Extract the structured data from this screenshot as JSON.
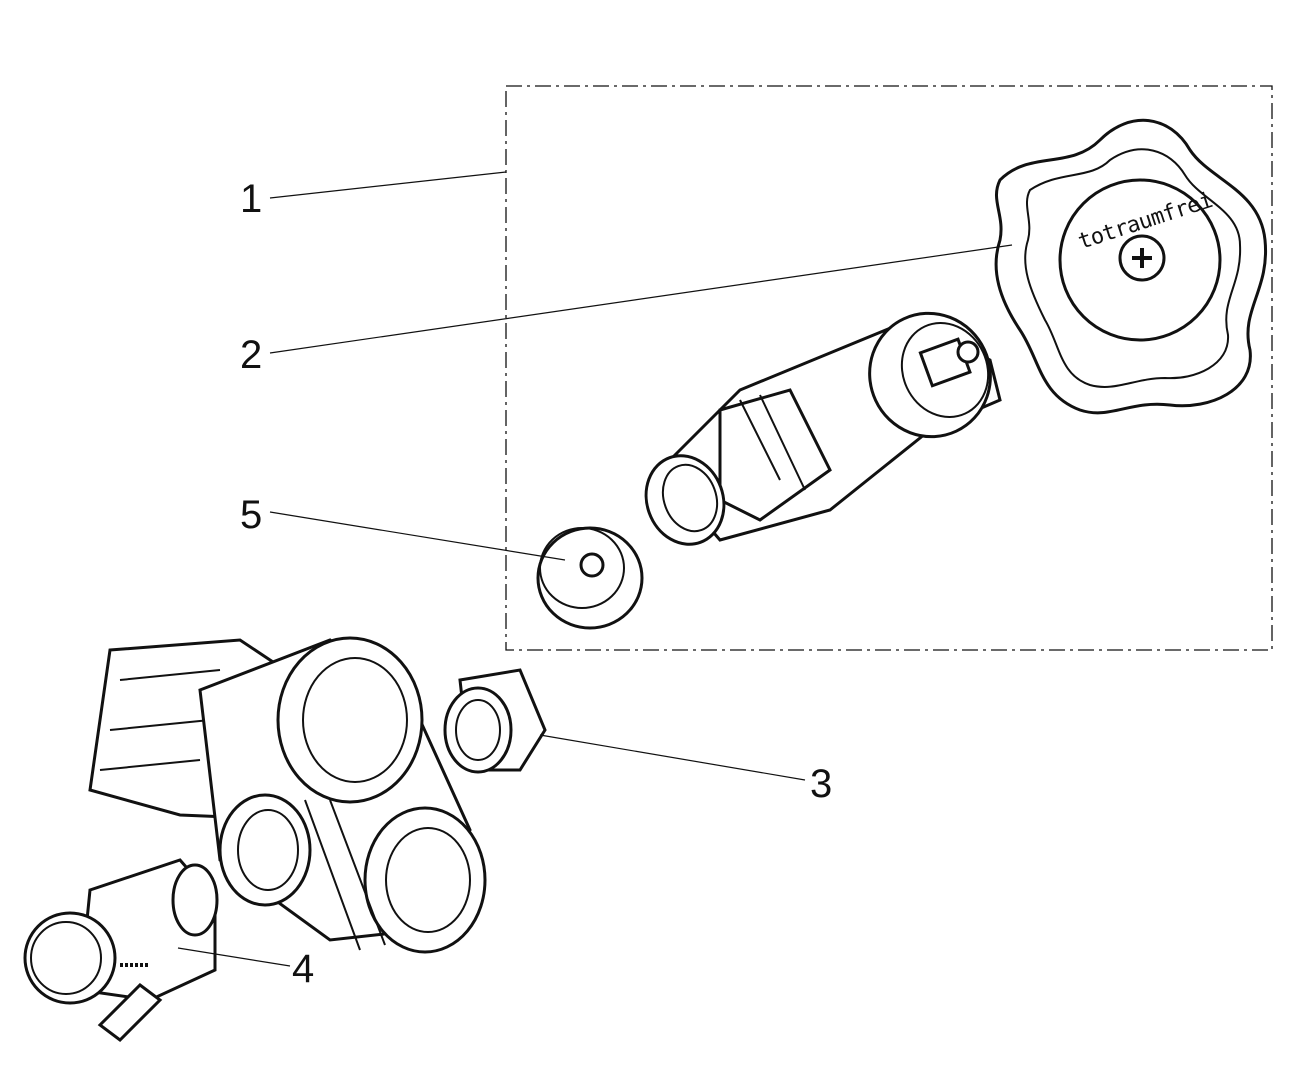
{
  "diagram": {
    "type": "exploded-parts-drawing",
    "callouts": [
      {
        "number": "1",
        "part": "assembly-group"
      },
      {
        "number": "2",
        "part": "handwheel"
      },
      {
        "number": "3",
        "part": "plug"
      },
      {
        "number": "4",
        "part": "drain-valve"
      },
      {
        "number": "5",
        "part": "seal-washer"
      }
    ],
    "handwheel_text": "totraumfrei",
    "colors": {
      "line": "#111111",
      "background": "#ffffff"
    }
  }
}
